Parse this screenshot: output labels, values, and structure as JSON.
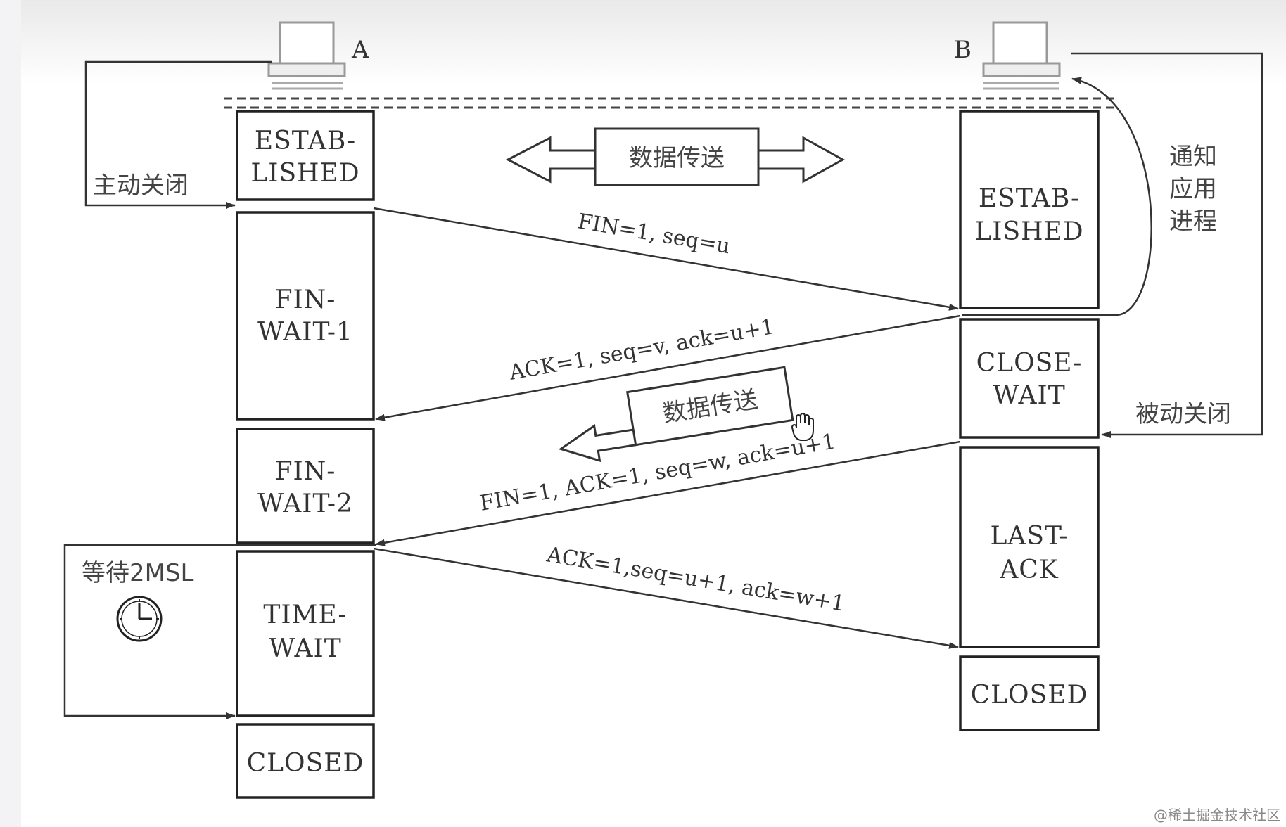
{
  "node_a": {
    "label": "A",
    "icon": "computer-icon"
  },
  "node_b": {
    "label": "B",
    "icon": "computer-icon"
  },
  "states_a": [
    {
      "l1": "ESTAB-",
      "l2": "LISHED"
    },
    {
      "l1": "FIN-",
      "l2": "WAIT-1"
    },
    {
      "l1": "FIN-",
      "l2": "WAIT-2"
    },
    {
      "l1": "TIME-",
      "l2": "WAIT"
    },
    {
      "l1": "CLOSED",
      "l2": ""
    }
  ],
  "states_b": [
    {
      "l1": "ESTAB-",
      "l2": "LISHED"
    },
    {
      "l1": "CLOSE-",
      "l2": "WAIT"
    },
    {
      "l1": "LAST-",
      "l2": "ACK"
    },
    {
      "l1": "CLOSED",
      "l2": ""
    }
  ],
  "messages": [
    "FIN=1, seq=u",
    "ACK=1, seq=v, ack=u+1",
    "FIN=1, ACK=1, seq=w, ack=u+1",
    "ACK=1,seq=u+1, ack=w+1"
  ],
  "data_transfer_1": "数据传送",
  "data_transfer_2": "数据传送",
  "active_close": "主动关闭",
  "passive_close": "被动关闭",
  "notify_app": [
    "通知",
    "应用",
    "进程"
  ],
  "wait_2msl": "等待2MSL",
  "watermark": "@稀土掘金技术社区",
  "colors": {
    "line": "#333333",
    "box_border": "#222222",
    "background": "#ffffff"
  }
}
